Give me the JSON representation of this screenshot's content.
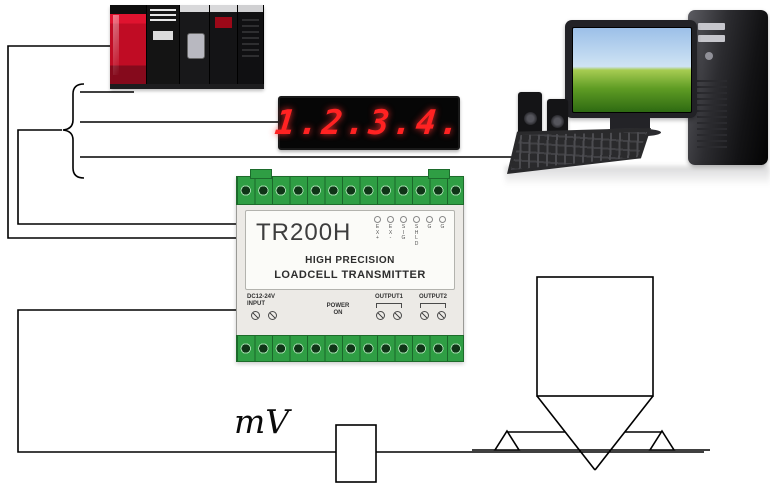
{
  "display": {
    "value": "1.2.3.4.",
    "color": "#ff2222"
  },
  "transmitter": {
    "model": "TR200H",
    "subtitle1": "HIGH PRECISION",
    "subtitle2": "LOADCELL TRANSMITTER",
    "input_line1": "DC12-24V",
    "input_line2": "INPUT",
    "power_line1": "POWER",
    "power_line2": "ON",
    "output1_label": "OUTPUT1",
    "output2_label": "OUTPUT2",
    "pin_columns": [
      "E\nX\n+",
      "E\nX\n-",
      "S\nI\nG",
      "S\nH\nL\nD",
      "G",
      "G"
    ],
    "terminal_color": "#2f9e44"
  },
  "signal_label": "mV"
}
